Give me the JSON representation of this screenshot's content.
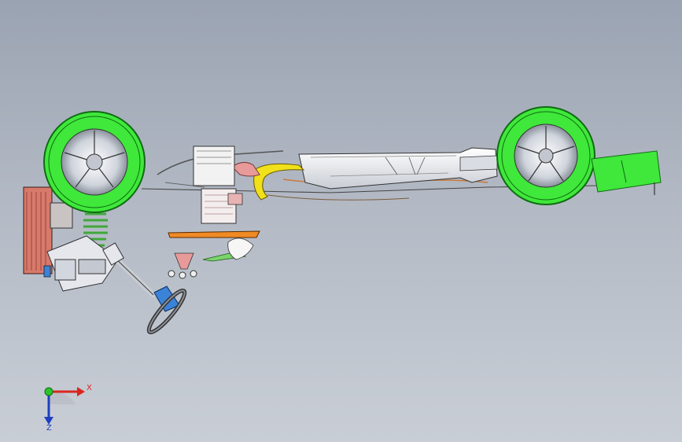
{
  "viewer": {
    "model_view": "chassis-assembly-side-view",
    "colors": {
      "background_top": "#9aa3b2",
      "background_bottom": "#c9ced6",
      "tire": "#3fe83a",
      "tire_edge": "#0f6b12",
      "rim": "#dfe3ea",
      "exhaust": "#e6e8ee",
      "fuel_tank": "#f0f0f2",
      "yellow_pipe": "#f0e11a",
      "pink_intake": "#e89a9a",
      "blue_part": "#3a83d8",
      "radiator": "#d7796b",
      "spring": "#3fa83a",
      "orange_part": "#f08a24",
      "rear_box": "#3fe83a"
    }
  },
  "triad": {
    "x_label": "X",
    "y_label": "Z",
    "x_color": "#d8261f",
    "y_color": "#1e3fbf",
    "origin_color": "#29c429"
  }
}
